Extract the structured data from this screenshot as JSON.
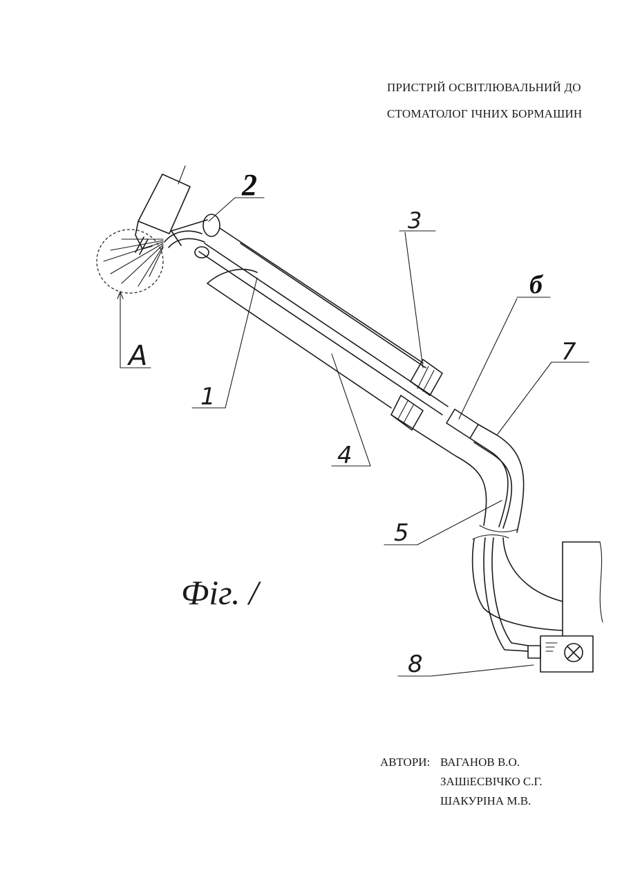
{
  "title": {
    "line1": "ПРИСТРІЙ ОСВІТЛЮВАЛЬНИЙ ДО",
    "line2": "СТОМАТОЛОГ ІЧНИХ   БОРМАШИН"
  },
  "figure": {
    "caption": "Фіг. /",
    "labels": {
      "l1": "1",
      "l2": "2",
      "l3": "3",
      "l4": "4",
      "l5": "5",
      "l6": "б",
      "l7": "7",
      "l8": "8",
      "lA": "A"
    }
  },
  "authors": {
    "label": "АВТОРИ:",
    "names": [
      "ВАГАНОВ В.О.",
      "ЗАШіЕСВІЧКО С.Г.",
      "ШАКУРІНА М.В."
    ]
  }
}
